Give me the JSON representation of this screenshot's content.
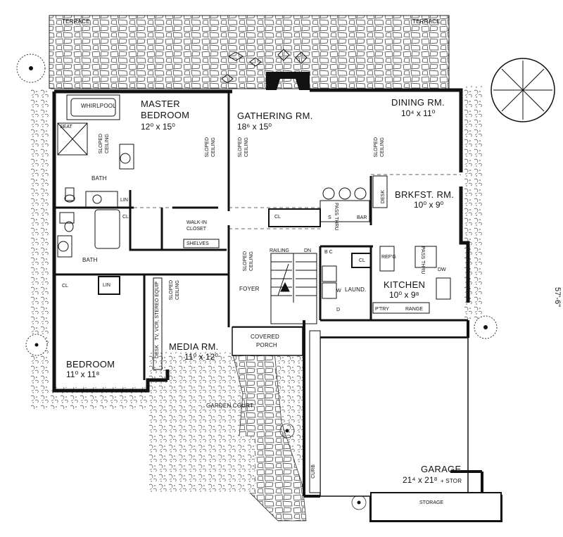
{
  "rooms": {
    "master_bedroom": {
      "name_line1": "MASTER",
      "name_line2": "BEDROOM",
      "dim": "12⁰ x 15⁰"
    },
    "gathering": {
      "name": "GATHERING RM.",
      "dim": "18⁶ x 15⁰"
    },
    "dining": {
      "name": "DINING RM.",
      "dim": "10⁴ x 11⁰"
    },
    "breakfast": {
      "name": "BRKFST. RM.",
      "dim": "10⁰ x 9⁰"
    },
    "kitchen": {
      "name": "KITCHEN",
      "dim": "10⁰ x 9⁸"
    },
    "media": {
      "name": "MEDIA RM.",
      "dim": "11⁰ x 12⁰"
    },
    "bedroom": {
      "name": "BEDROOM",
      "dim": "11⁰ x 11⁸"
    },
    "garage": {
      "name": "GARAGE",
      "dim": "21⁴ x 21⁸",
      "extra": "+ STOR"
    }
  },
  "labels": {
    "terrace_left": "TERRACE",
    "terrace_right": "TERRACE",
    "whirlpool": "WHIRLPOOL",
    "seat": "SEAT",
    "bath1": "BATH",
    "bath2": "BATH",
    "lin1": "LIN",
    "lin2": "LIN",
    "cl_bath": "CL",
    "cl_bed": "CL",
    "cl_hall": "CL",
    "cl_kitchen": "CL",
    "walkin_line1": "WALK-IN",
    "walkin_line2": "CLOSET",
    "shelves": "SHELVES",
    "sloped_line1": "SLOPED",
    "sloped_line2": "CEILING",
    "desk_bk": "DESK",
    "desk_media": "DESK",
    "pass_thru": "PASS THRU",
    "bar": "BAR",
    "s": "S",
    "railing": "RAILING",
    "dn": "DN",
    "foyer": "FOYER",
    "bc": "B C",
    "refg": "REF'G",
    "dw": "DW",
    "w": "W",
    "d": "D",
    "laund": "LAUND.",
    "ptry": "P'TRY",
    "range": "RANGE",
    "covered_line1": "COVERED",
    "covered_line2": "PORCH",
    "garden_court": "GARDEN   COURT",
    "curb": "CURB",
    "storage": "STORAGE",
    "tv_equip": "TV, VCR, STEREO EQUIP",
    "overall_dim": "57'-6\""
  }
}
